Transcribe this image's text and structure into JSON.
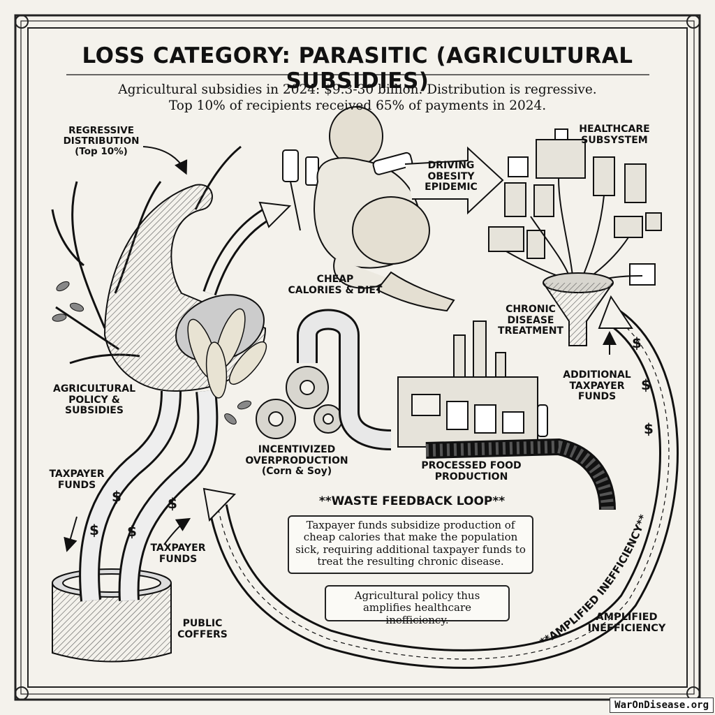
{
  "header": {
    "title": "LOSS CATEGORY: PARASITIC (AGRICULTURAL SUBSIDIES)",
    "subtitle_line1": "Agricultural subsidies in 2024: $9.3-30 billion. Distribution is regressive.",
    "subtitle_line2": "Top 10% of recipients received 65% of payments in 2024."
  },
  "labels": {
    "regressive_1": "REGRESSIVE",
    "regressive_2": "DISTRIBUTION",
    "regressive_3": "(Top 10%)",
    "obesity_1": "DRIVING",
    "obesity_2": "OBESITY",
    "obesity_3": "EPIDEMIC",
    "healthcare_1": "HEALTHCARE",
    "healthcare_2": "SUBSYSTEM",
    "cheap_1": "CHEAP",
    "cheap_2": "CALORIES & DIET",
    "chronic_1": "CHRONIC",
    "chronic_2": "DISEASE",
    "chronic_3": "TREATMENT",
    "additional_1": "ADDITIONAL",
    "additional_2": "TAXPAYER",
    "additional_3": "FUNDS",
    "agpolicy_1": "AGRICULTURAL",
    "agpolicy_2": "POLICY &",
    "agpolicy_3": "SUBSIDIES",
    "overprod_1": "INCENTIVIZED",
    "overprod_2": "OVERPRODUCTION",
    "overprod_3": "(Corn & Soy)",
    "processed_1": "PROCESSED FOOD",
    "processed_2": "PRODUCTION",
    "taxpayer_left_1": "TAXPAYER",
    "taxpayer_left_2": "FUNDS",
    "taxpayer_mid_1": "TAXPAYER",
    "taxpayer_mid_2": "FUNDS",
    "public_1": "PUBLIC",
    "public_2": "COFFERS",
    "amplified_1": "AMPLIFIED",
    "amplified_2": "INEFFICIENCY",
    "amplified_arc": "**AMPLIFIED INEFFICIENCY**"
  },
  "loop": {
    "title": "**WASTE FEEDBACK LOOP**",
    "box1": "Taxpayer funds subsidize production of cheap calories that make the population sick, requiring additional taxpayer funds to treat the resulting chronic disease.",
    "box2": "Agricultural policy thus amplifies healthcare inefficiency."
  },
  "symbols": {
    "dollar": "$"
  },
  "brand": {
    "site": "WarOnDisease.org"
  }
}
